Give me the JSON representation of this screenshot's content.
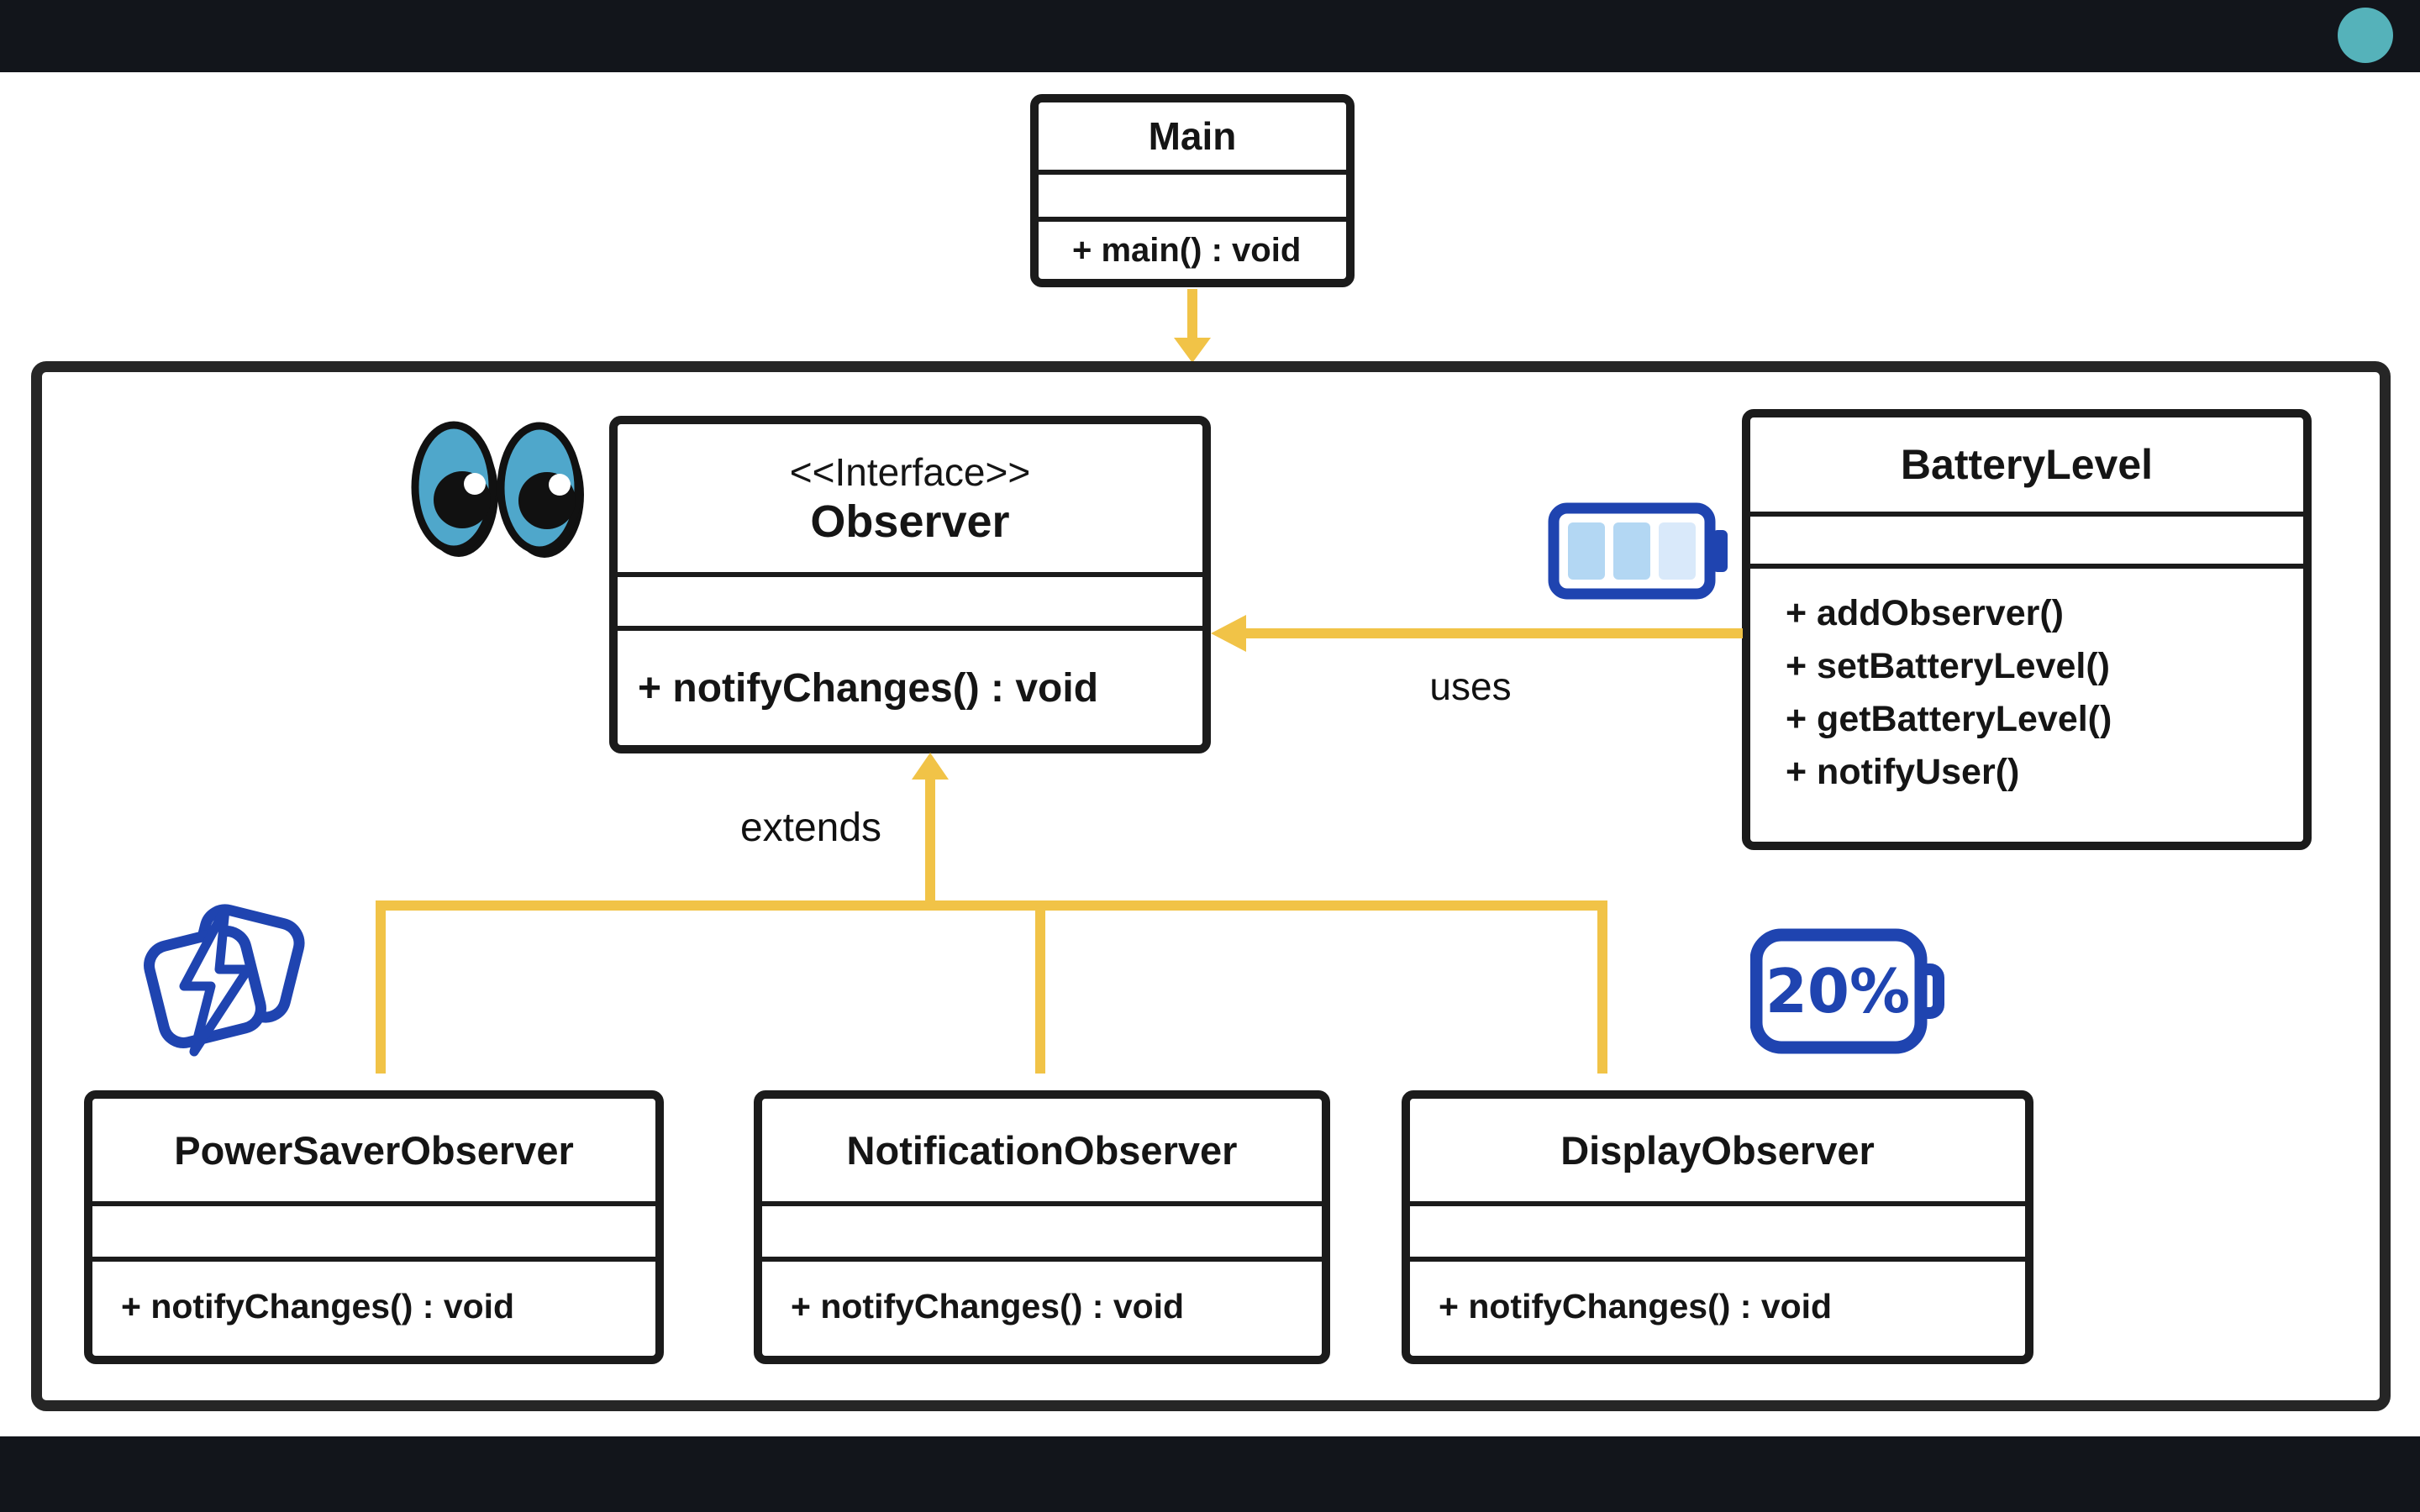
{
  "colors": {
    "bar": "#12151B",
    "frame_border": "#262626",
    "box_border": "#1B1B1B",
    "accent_yellow": "#F1C347",
    "teal_circle": "#55B2BA",
    "eye_teal": "#4FA7CB",
    "icon_blue": "#1F44B0",
    "battery_cell_blue": "#B3D7F3",
    "battery_cell_pale": "#D9E9FA"
  },
  "classes": {
    "main": {
      "name": "Main",
      "methods": [
        "+ main() : void"
      ]
    },
    "observer": {
      "stereotype": "<<Interface>>",
      "name": "Observer",
      "methods": [
        "+ notifyChanges() : void"
      ]
    },
    "battery_level": {
      "name": "BatteryLevel",
      "methods": [
        "+ addObserver()",
        "+ setBatteryLevel()",
        "+ getBatteryLevel()",
        "+ notifyUser()"
      ]
    },
    "power_saver": {
      "name": "PowerSaverObserver",
      "methods": [
        "+ notifyChanges() : void"
      ]
    },
    "notification": {
      "name": "NotificationObserver",
      "methods": [
        "+ notifyChanges() : void"
      ]
    },
    "display": {
      "name": "DisplayObserver",
      "methods": [
        "+ notifyChanges() : void"
      ]
    }
  },
  "relations": {
    "uses_label": "uses",
    "extends_label": "extends"
  },
  "icons": {
    "eyes": "eyes-icon",
    "battery_full": "battery-full-icon",
    "lightning": "lightning-sticker-icon",
    "battery_20": {
      "label": "20%"
    }
  }
}
